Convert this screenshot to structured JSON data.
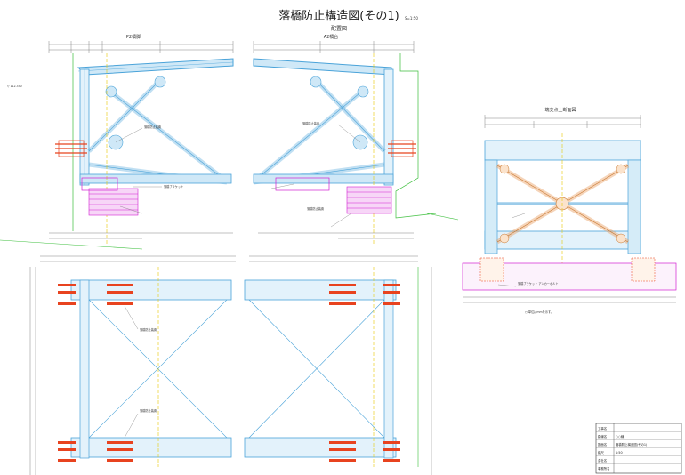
{
  "title": "落橋防止構造図(その1)",
  "sheet_no": "S=1:50",
  "subtitle_layout": "配置図",
  "left_view_label": "P2橋脚",
  "right_view_label": "A2橋台",
  "section_view_label": "端支点上断面図",
  "elevation_marks": [
    "▽ 112.350"
  ],
  "component_labels": {
    "bearing_left": "落橋防止装置",
    "bearing_right": "落橋防止装置",
    "bracket": "落橋ブラケット",
    "cable": "落橋防止装置",
    "anchor_note": "落橋ブラケット アンカーボルト",
    "plan_label": "落橋防止装置"
  },
  "title_block": {
    "rows": [
      {
        "key": "工事名",
        "value": ""
      },
      {
        "key": "路線名",
        "value": "○○線"
      },
      {
        "key": "図面名",
        "value": "落橋防止構造図(その1)"
      },
      {
        "key": "縮尺",
        "value": "1:50"
      },
      {
        "key": "会社名",
        "value": ""
      },
      {
        "key": "事務所名",
        "value": ""
      }
    ]
  },
  "note_bottom": "○ 単位はmmを示す。",
  "colors": {
    "girder": "#4aa3d9",
    "girder_fill": "#cfe8f7",
    "device": "#e8431f",
    "bracket": "#d21fd2",
    "center": "#e6c800",
    "ground": "#3cbf3c",
    "section_brace": "#e8a063",
    "dim": "#555555"
  }
}
